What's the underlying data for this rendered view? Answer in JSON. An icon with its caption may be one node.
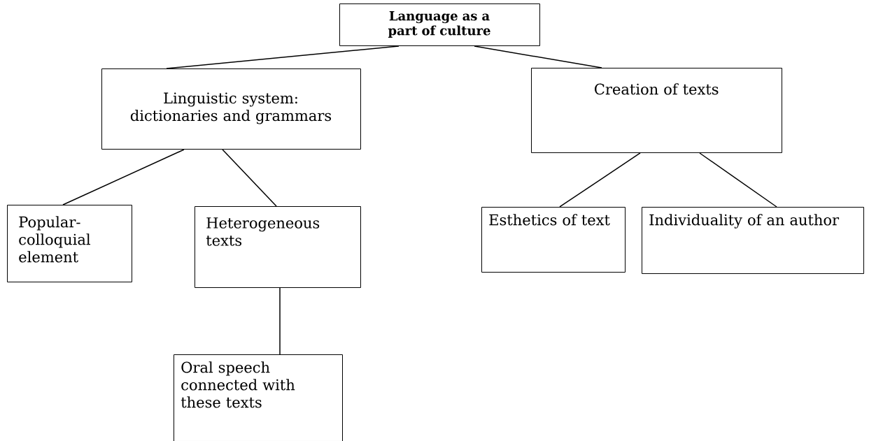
{
  "diagram": {
    "nodes": [
      {
        "text": [
          "Language as a part of culture"
        ]
      },
      {
        "text": [
          "Linguistic system: dictionaries and grammars"
        ]
      },
      {
        "text": [
          "Creation of texts"
        ]
      },
      {
        "text": [
          "Popular-colloquial element"
        ]
      },
      {
        "text": [
          "Heterogeneous texts"
        ]
      },
      {
        "text": [
          "Oral speech connected with these texts"
        ]
      },
      {
        "text": [
          "Esthetics of text"
        ]
      },
      {
        "text": [
          "Individuality of an author"
        ]
      }
    ],
    "edges": [
      {
        "from": 0,
        "to": 1,
        "arrow": "none"
      },
      {
        "from": 0,
        "to": 2,
        "arrow": "none"
      },
      {
        "from": 1,
        "to": 3,
        "arrow": "none"
      },
      {
        "from": 1,
        "to": 4,
        "arrow": "none"
      },
      {
        "from": 4,
        "to": 5,
        "arrow": "none"
      },
      {
        "from": 2,
        "to": 6,
        "arrow": "none"
      },
      {
        "from": 2,
        "to": 7,
        "arrow": "none"
      }
    ]
  }
}
